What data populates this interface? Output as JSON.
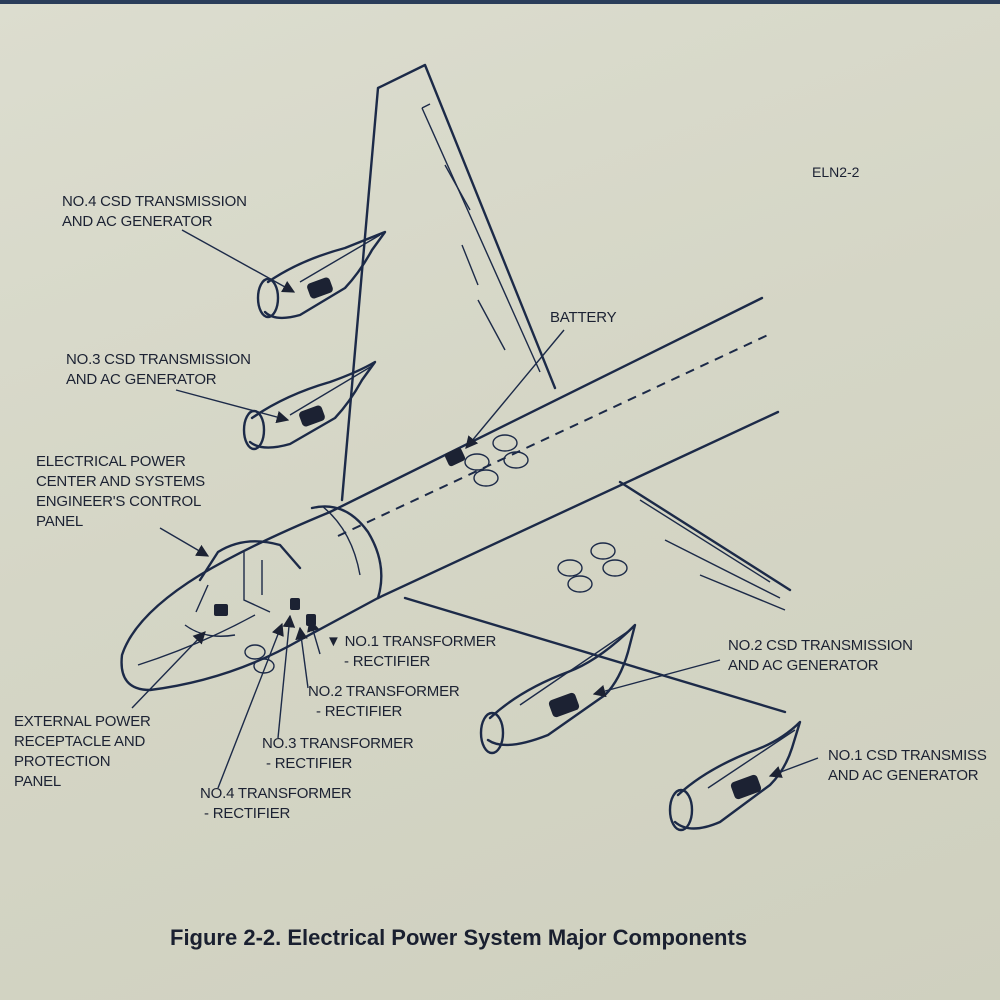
{
  "doc_code": "ELN2-2",
  "caption": "Figure 2-2.  Electrical Power System Major Components",
  "callouts": {
    "csd4": [
      "NO.4 CSD TRANSMISSION",
      "AND AC GENERATOR"
    ],
    "csd3": [
      "NO.3 CSD TRANSMISSION",
      "AND AC GENERATOR"
    ],
    "battery": [
      "BATTERY"
    ],
    "power_center": [
      "ELECTRICAL POWER",
      "CENTER AND SYSTEMS",
      "ENGINEER'S CONTROL",
      "PANEL"
    ],
    "tr1": [
      "▼ NO.1 TRANSFORMER",
      "- RECTIFIER"
    ],
    "tr2": [
      "NO.2 TRANSFORMER",
      "- RECTIFIER"
    ],
    "tr3": [
      "NO.3 TRANSFORMER",
      "- RECTIFIER"
    ],
    "tr4": [
      "NO.4 TRANSFORMER",
      "- RECTIFIER"
    ],
    "external_power": [
      "EXTERNAL POWER",
      "RECEPTACLE AND",
      "PROTECTION",
      "PANEL"
    ],
    "csd2": [
      "NO.2 CSD TRANSMISSION",
      "AND AC GENERATOR"
    ],
    "csd1": [
      "NO.1 CSD TRANSMISS",
      "AND AC GENERATOR"
    ]
  }
}
